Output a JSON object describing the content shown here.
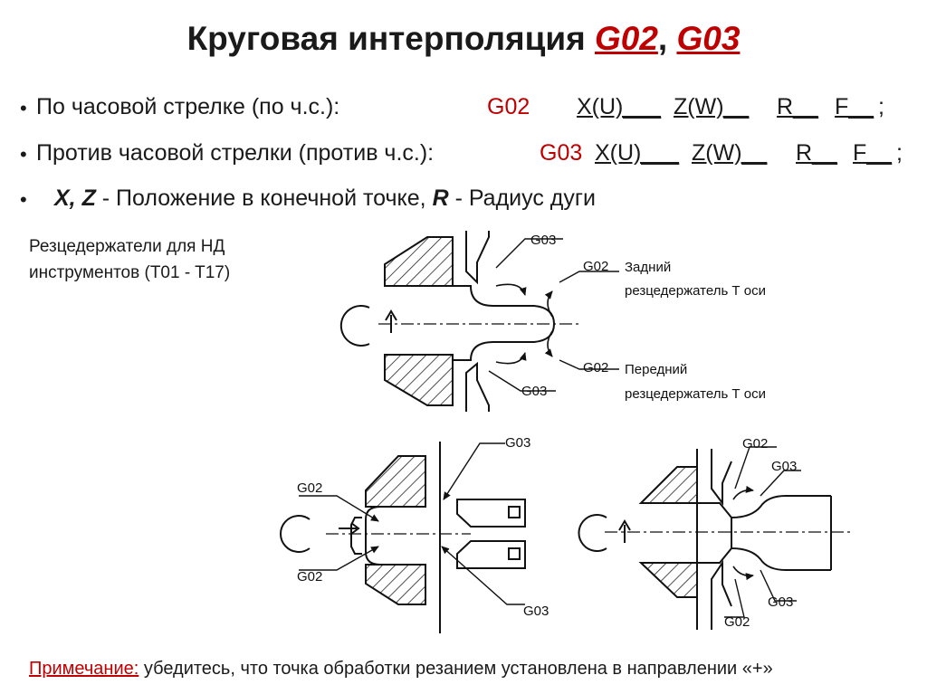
{
  "title": {
    "text": "Круговая интерполяция ",
    "g02": "G02",
    "sep": ", ",
    "g03": "G03"
  },
  "lines": {
    "cw": {
      "text": "По часовой стрелке (по ч.с.):",
      "code": "G02",
      "x": "X(U)___",
      "z": "Z(W)__",
      "r": "R__",
      "f": "F__",
      "end": ";"
    },
    "ccw": {
      "text": "Против часовой стрелки (против ч.с.):",
      "code": "G03",
      "x": "X(U)___",
      "z": "Z(W)__",
      "r": "R__",
      "f": "F__",
      "end": ";"
    },
    "def": {
      "xz": "X, Z",
      "text1": " - Положение в конечной точке, ",
      "r": "R",
      "text2": " - Радиус дуги"
    }
  },
  "left_note": {
    "line1": "Резцедержатели для НД",
    "line2": "инструментов (T01 - T17)"
  },
  "diagram_top": {
    "g03_top": "G03",
    "g02_top": "G02",
    "rear_1": "Задний",
    "rear_2": "резцедержатель Т оси",
    "g02_bottom": "G02",
    "front_1": "Передний",
    "front_2": "резцедержатель Т оси",
    "g03_bottom": "G03"
  },
  "diagram_left": {
    "g03_top": "G03",
    "g02_left": "G02",
    "g02_bottom": "G02",
    "g03_bottom": "G03"
  },
  "diagram_right": {
    "g02_top": "G02",
    "g03_top": "G03",
    "g03_bottom": "G03",
    "g02_bottom": "G02"
  },
  "note": {
    "label": "Примечание:",
    "text": " убедитесь, что точка обработки резанием установлена в направлении «+»"
  }
}
